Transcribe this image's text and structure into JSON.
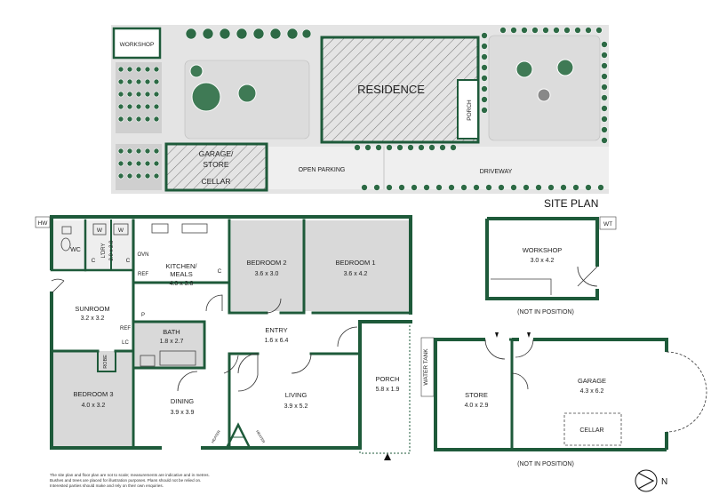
{
  "site_plan": {
    "title": "SITE PLAN",
    "workshop": "WORKSHOP",
    "residence": "RESIDENCE",
    "porch": "PORCH",
    "garage_line1": "GARAGE/",
    "garage_line2": "STORE",
    "cellar": "CELLAR",
    "open_parking": "OPEN PARKING",
    "driveway": "DRIVEWAY"
  },
  "house": {
    "hw": "HW",
    "wc": "WC",
    "w": "W",
    "c": "C",
    "ldry_line1": "L'DRY",
    "ldry_line2": "2.0 x 2.0",
    "ovn": "OVN",
    "ref": "REF",
    "p": "P",
    "lc": "LC",
    "robe": "ROBE",
    "kitchen": "KITCHEN/",
    "kitchen_line2": "MEALS",
    "kitchen_dim": "4.0 x 3.8",
    "bedroom2": "BEDROOM 2",
    "bedroom2_dim": "3.6 x 3.0",
    "bedroom1": "BEDROOM 1",
    "bedroom1_dim": "3.6 x 4.2",
    "sunroom": "SUNROOM",
    "sunroom_dim": "3.2 x 3.2",
    "bath": "BATH",
    "bath_dim": "1.8 x 2.7",
    "entry": "ENTRY",
    "entry_dim": "1.6 x 6.4",
    "bedroom3": "BEDROOM 3",
    "bedroom3_dim": "4.0 x 3.2",
    "dining": "DINING",
    "dining_dim": "3.9 x 3.9",
    "living": "LIVING",
    "living_dim": "3.9 x 5.2",
    "porch": "PORCH",
    "porch_dim": "5.8 x 1.9",
    "heater": "HEATER"
  },
  "workshop_plan": {
    "wt": "WT",
    "name": "WORKSHOP",
    "dim": "3.0 x 4.2",
    "note": "(NOT IN POSITION)"
  },
  "outbuilding": {
    "water_tank": "WATER TANK",
    "store": "STORE",
    "store_dim": "4.0 x 2.9",
    "garage": "GARAGE",
    "garage_dim": "4.3 x 6.2",
    "cellar": "CELLAR",
    "note": "(NOT IN POSITION)"
  },
  "compass": {
    "label": "N"
  },
  "disclaimer": "The site plan and floor plan are not to scale; measurements are indicative and in metres. Bushes and trees are placed for illustration purposes. Plans should not be relied on. Interested parties should make and rely on their own enquiries.",
  "colors": {
    "wall": "#1e5a3a",
    "room": "#d9d9d9",
    "site": "#e4e4e4",
    "tree": "#2d6a45"
  }
}
